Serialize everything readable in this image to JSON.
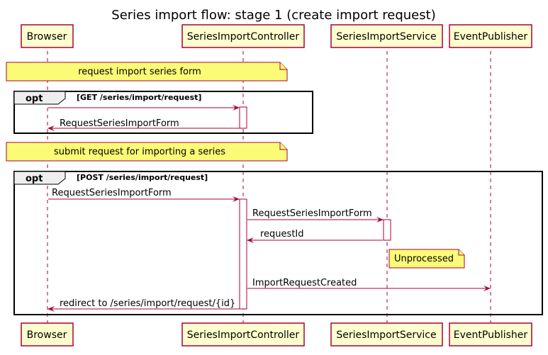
{
  "title": "Series import flow: stage 1 (create import request)",
  "participants": [
    {
      "id": "browser",
      "name": "Browser"
    },
    {
      "id": "controller",
      "name": "SeriesImportController"
    },
    {
      "id": "service",
      "name": "SeriesImportService"
    },
    {
      "id": "publisher",
      "name": "EventPublisher"
    }
  ],
  "colors": {
    "participant_fill": "#FEFECE",
    "participant_border": "#A80036",
    "arrow": "#A80036",
    "lifeline": "#A80036",
    "note_fill": "#FBFB77",
    "frame_border": "#000000"
  },
  "sections": [
    {
      "note": "request import series form",
      "opt": {
        "keyword": "opt",
        "condition": "[GET /series/import/request]"
      },
      "messages": [
        {
          "from": "browser",
          "to": "controller",
          "label": ""
        },
        {
          "from": "controller",
          "to": "browser",
          "label": "RequestSeriesImportForm"
        }
      ]
    },
    {
      "note": "submit request for importing a series",
      "opt": {
        "keyword": "opt",
        "condition": "[POST /series/import/request]"
      },
      "messages": [
        {
          "from": "browser",
          "to": "controller",
          "label": "RequestSeriesImportForm"
        },
        {
          "from": "controller",
          "to": "service",
          "label": "RequestSeriesImportForm"
        },
        {
          "from": "service",
          "to": "controller",
          "label": "requestId"
        },
        {
          "from": "controller",
          "to": "publisher",
          "label": "ImportRequestCreated"
        },
        {
          "from": "controller",
          "to": "browser",
          "label": "redirect to /series/import/request/{id}"
        }
      ],
      "inline_note": "Unprocessed"
    }
  ]
}
